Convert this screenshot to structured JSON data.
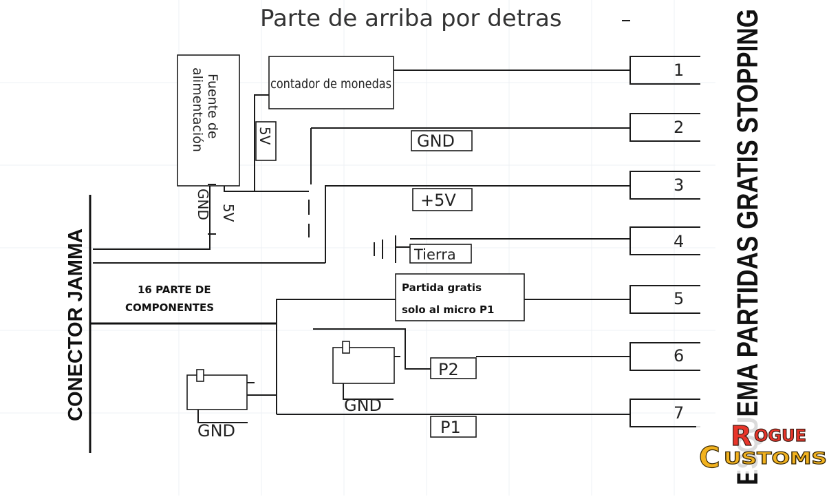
{
  "title": "Parte de arriba por detras",
  "side_title": "ESQUEMA PARTIDAS GRATIS STOPPING",
  "connector_label": "CONECTOR JAMMA",
  "components_label": [
    "16 PARTE DE",
    "COMPONENTES"
  ],
  "power_supply": {
    "label": [
      "Fuente de",
      "alimentación"
    ],
    "gnd": "GND",
    "v5": "5V"
  },
  "coin_counter": "contador de monedas",
  "v5_tag": "5V",
  "wire_labels": {
    "gnd": "GND",
    "plus5v": "+5V",
    "tierra": "Tierra",
    "free_game": [
      "Partida gratis",
      "solo al micro P1"
    ],
    "p2": "P2",
    "p1": "P1",
    "switch_p2_gnd": "GND",
    "switch_p1_gnd": "GND"
  },
  "pins": [
    "1",
    "2",
    "3",
    "4",
    "5",
    "6",
    "7"
  ],
  "logo": {
    "line1": "OGUE",
    "line2": "USTOMS",
    "r": "R",
    "c": "C"
  },
  "colors": {
    "ink": "#1a1a1a",
    "logo_red": "#e8352a",
    "logo_gold": "#f2b21e"
  }
}
